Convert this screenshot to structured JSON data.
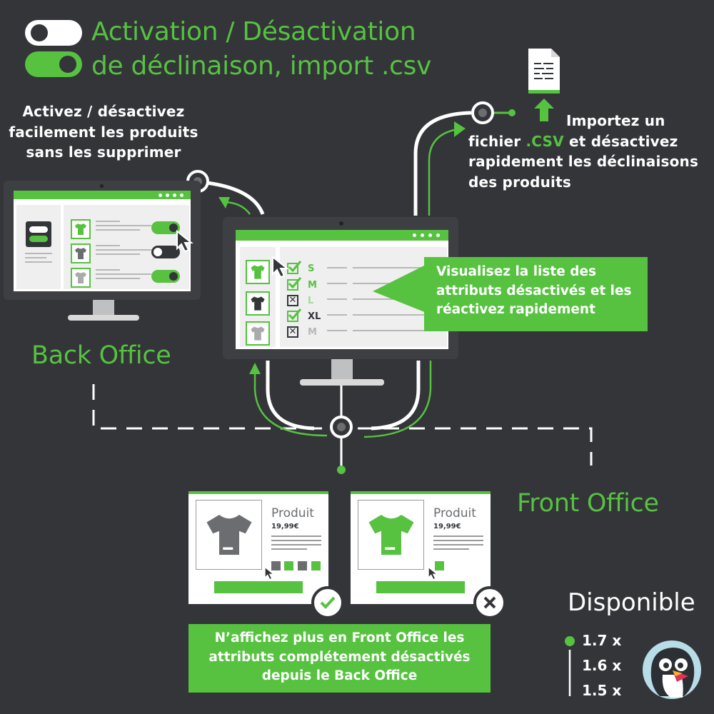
{
  "title": {
    "line1": "Activation / Désactivation",
    "line2": "de déclinaison, import .csv"
  },
  "captions": {
    "left": [
      "Activez / désactivez",
      "facilement les produits",
      "sans les supprimer"
    ],
    "right_line1": "Importez un",
    "right_line2_pre": "fichier ",
    "right_line2_hl": ".CSV",
    "right_line2_post": " et désactivez",
    "right_line3": "rapidement les déclinaisons",
    "right_line4": "des produits"
  },
  "labels": {
    "back_office": "Back Office",
    "front_office": "Front Office"
  },
  "attributes_box": [
    "Visualisez la liste des",
    "attributs désactivés et les",
    "réactivez rapidement"
  ],
  "sizes": [
    {
      "label": "S",
      "state": "active"
    },
    {
      "label": "M",
      "state": "active"
    },
    {
      "label": "L",
      "state": "inactive"
    },
    {
      "label": "XL",
      "state": "active"
    },
    {
      "label": "M",
      "state": "inactive"
    }
  ],
  "products": [
    {
      "name": "Produit",
      "price": "19,99€",
      "shirt": "grey",
      "status": "check"
    },
    {
      "name": "Produit",
      "price": "19,99€",
      "shirt": "green",
      "status": "cross"
    }
  ],
  "front_box": [
    "N’affichez plus en Front Office les",
    "attributs complétement désactivés",
    "depuis le Back Office"
  ],
  "availability": {
    "title": "Disponible",
    "versions": [
      "1.7 x",
      "1.6 x",
      "1.5 x"
    ]
  },
  "colors": {
    "background": "#333539",
    "accent": "#56c240",
    "white": "#ffffff",
    "grey": "#6b6d70"
  },
  "icons": [
    "toggle-off-icon",
    "toggle-on-icon",
    "csv-file-icon",
    "upload-arrow-icon",
    "cursor-icon",
    "tshirt-icon",
    "check-circle-icon",
    "cross-circle-icon",
    "prestashop-puffin-icon"
  ]
}
